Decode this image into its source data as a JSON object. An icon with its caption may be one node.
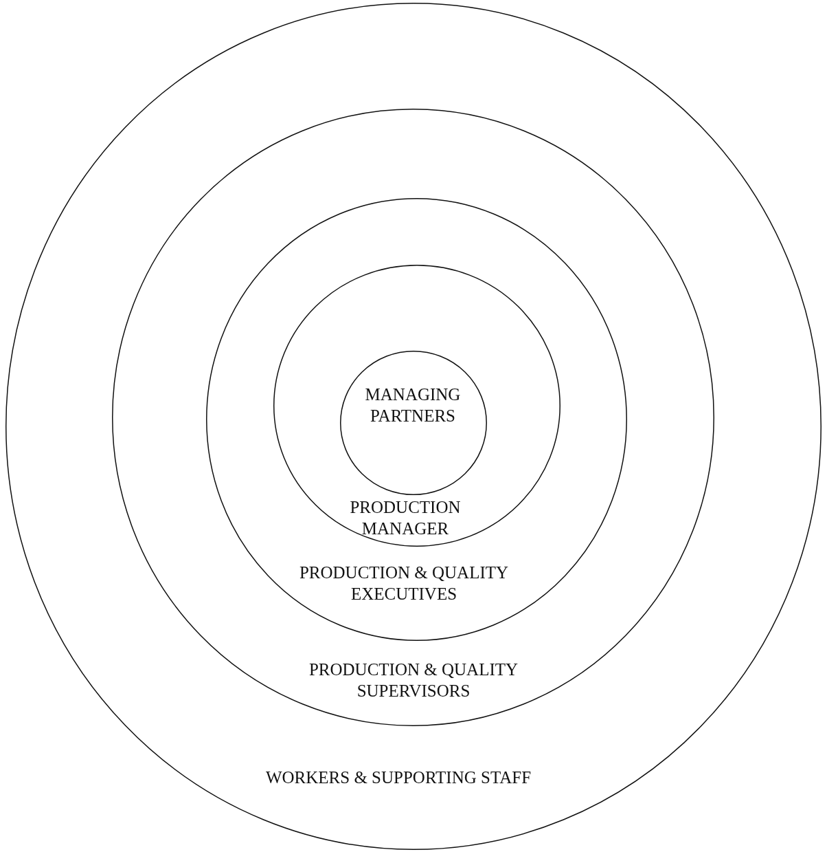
{
  "diagram": {
    "nodes": [
      {
        "text": [
          "WORKERS & SUPPORTING STAFF"
        ]
      },
      {
        "text": [
          "PRODUCTION & QUALITY SUPERVISORS"
        ],
        "in": 0
      },
      {
        "text": [
          "PRODUCTION & QUALITY EXECUTIVES"
        ],
        "in": 1
      },
      {
        "text": [
          "PRODUCTION MANAGER"
        ],
        "in": 2
      },
      {
        "text": [
          "MANAGING PARTNERS"
        ],
        "in": 3
      }
    ]
  }
}
